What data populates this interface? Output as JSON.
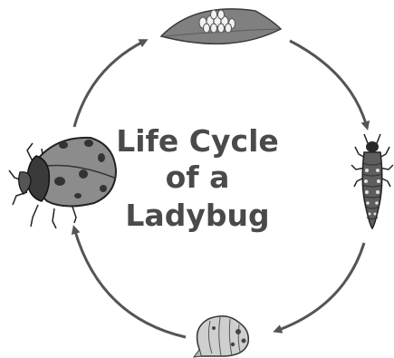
{
  "diagram": {
    "title_lines": [
      "Life Cycle",
      "of a",
      "Ladybug"
    ],
    "stages": [
      {
        "name": "eggs-on-leaf"
      },
      {
        "name": "larva"
      },
      {
        "name": "pupa"
      },
      {
        "name": "adult-ladybug"
      }
    ],
    "colors": {
      "title": "#4a4a4a",
      "arrow": "#555555",
      "leaf": "#808080",
      "egg": "#f2f2f2",
      "ladybug_shell": "#8c8c8c",
      "ladybug_spots": "#333333",
      "larva_body": "#5e5e5e",
      "pupa_body": "#cfcfcf"
    }
  }
}
